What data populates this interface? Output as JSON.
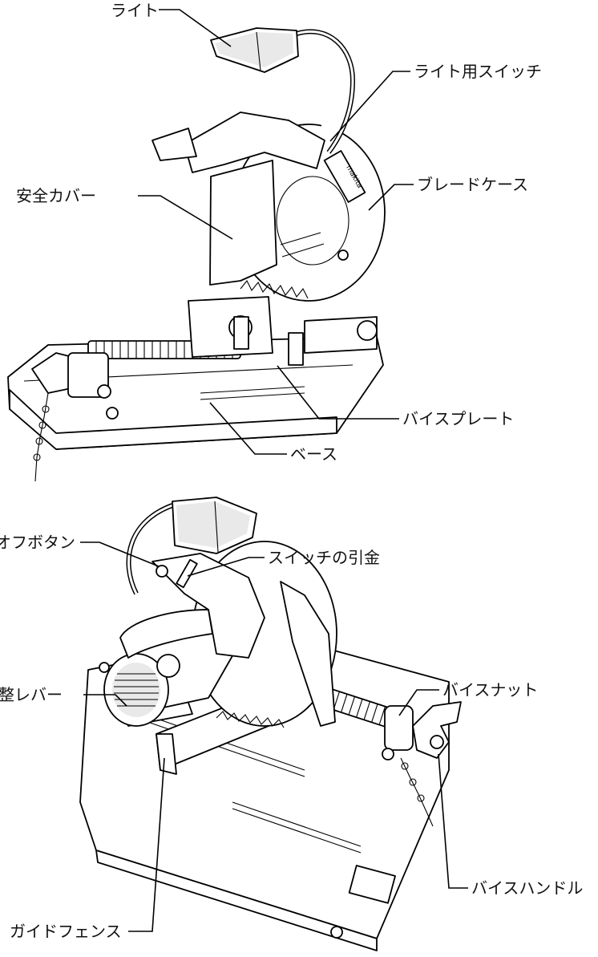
{
  "labels": {
    "light": "ライト",
    "light_switch": "ライト用スイッチ",
    "safety_cover": "安全カバー",
    "blade_case": "ブレードケース",
    "vise_plate": "バイスプレート",
    "base": "ベース",
    "off_button": "オフボタン",
    "switch_trigger": "スイッチの引金",
    "adjust_lever": "調整レバー",
    "vise_nut": "バイスナット",
    "guide_fence": "ガイドフェンス",
    "vise_handle": "バイスハンドル"
  },
  "brand": "makita"
}
